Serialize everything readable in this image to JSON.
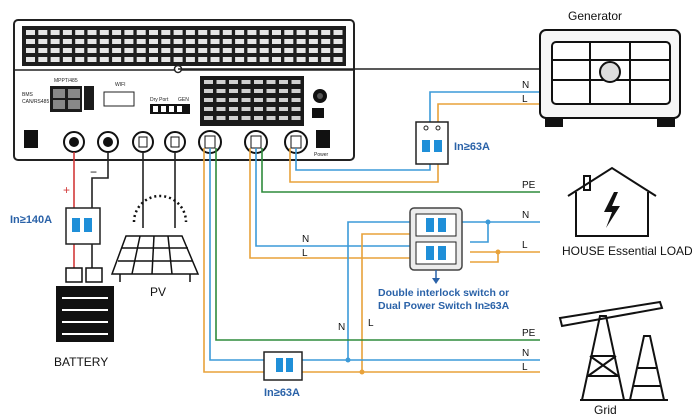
{
  "colors": {
    "blue_wire": "#3c9ad8",
    "orange_wire": "#e8a23a",
    "green_wire": "#2e8b3c",
    "black_wire": "#222222",
    "red_wire": "#d23a3a",
    "label_blue": "#2a62a8",
    "breaker_blue": "#1f8fd8"
  },
  "inverter": {
    "port_labels": [
      "MPPT/485",
      "WIFI",
      "Dry Port",
      "GEN",
      "BMS",
      "CAN/RS485",
      "Power"
    ]
  },
  "labels": {
    "generator": "Generator",
    "house": "HOUSE Essential LOAD",
    "battery": "BATTERY",
    "pv": "PV",
    "grid": "Grid",
    "gen_breaker": "In≥63A",
    "battery_breaker": "In≥140A",
    "grid_breaker": "In≥63A",
    "interlock_line1": "Double interlock switch or",
    "interlock_line2": "Dual Power Switch In≥63A"
  },
  "wire_labels": {
    "gen_n": "N",
    "gen_l": "L",
    "house_pe": "PE",
    "house_n": "N",
    "house_l": "L",
    "inv_n": "N",
    "inv_l": "L",
    "grid_pe": "PE",
    "grid_n": "N",
    "grid_l": "L",
    "grid_n_vert": "N",
    "grid_l_vert": "L",
    "plus": "+",
    "minus": "−"
  }
}
